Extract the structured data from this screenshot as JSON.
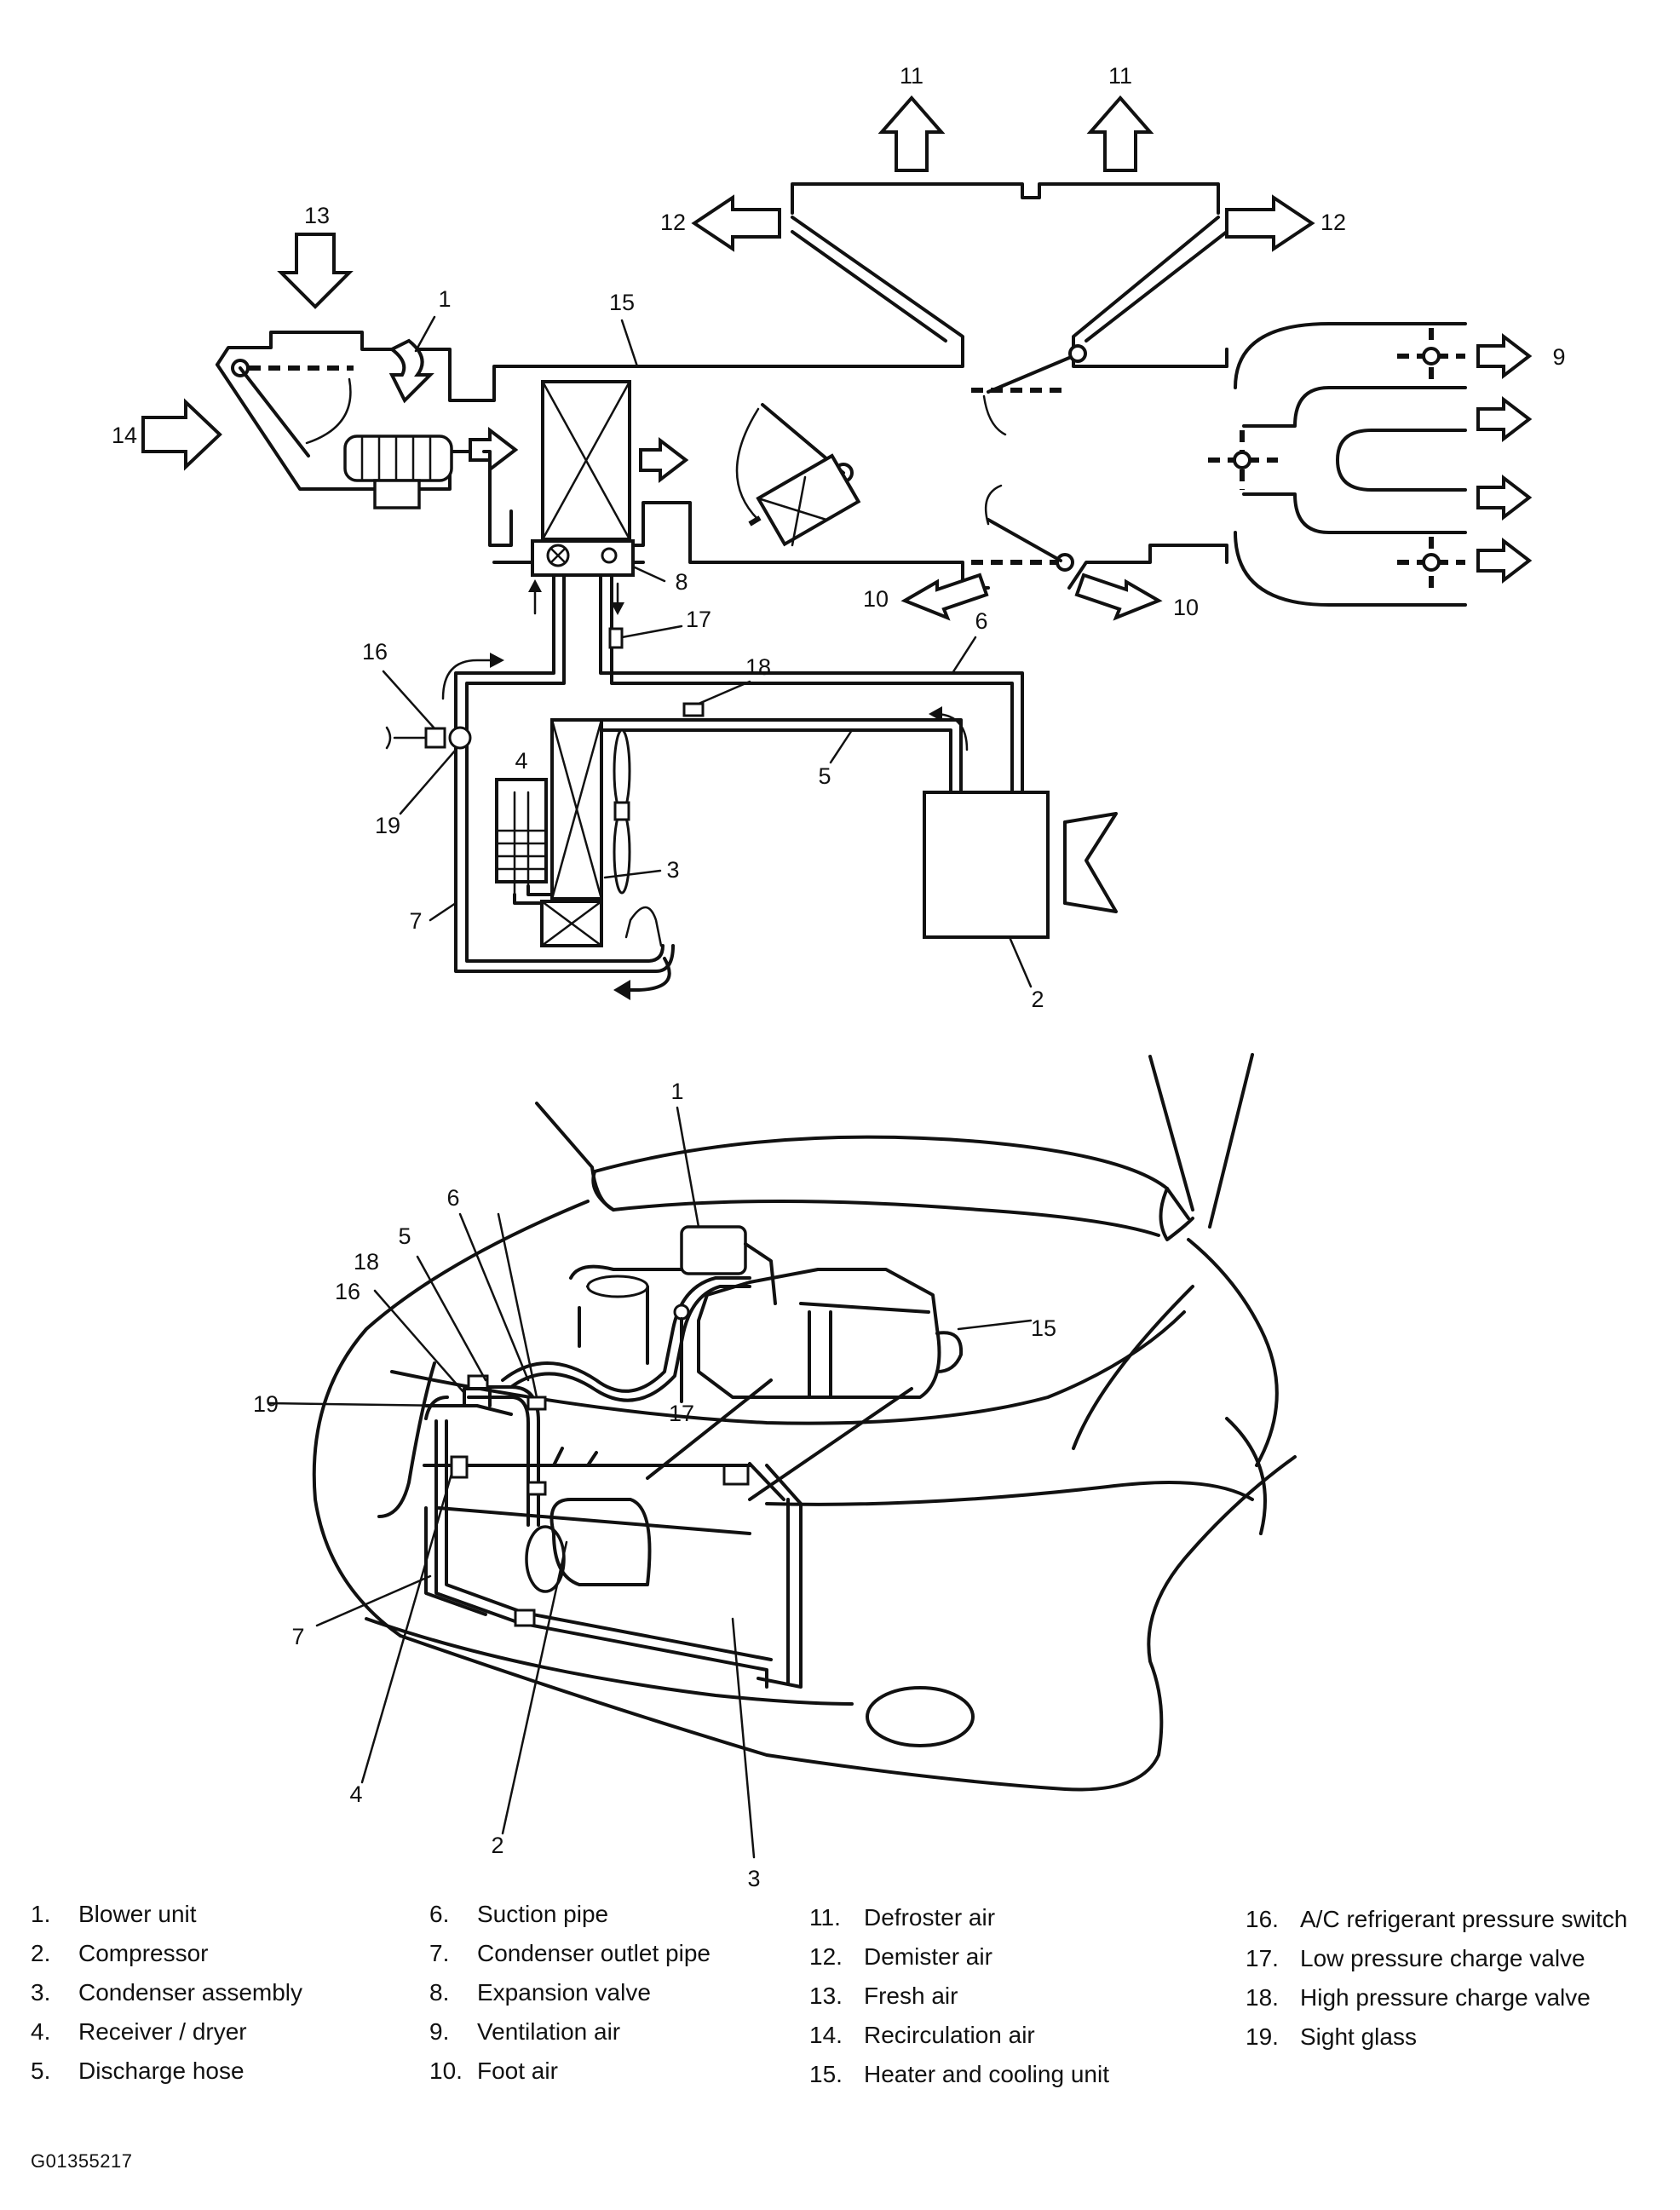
{
  "callouts": {
    "schematic": {
      "n1": "1",
      "n2": "2",
      "n3": "3",
      "n4": "4",
      "n5": "5",
      "n6": "6",
      "n7": "7",
      "n8": "8",
      "n9": "9",
      "n10a": "10",
      "n10b": "10",
      "n11a": "11",
      "n11b": "11",
      "n12a": "12",
      "n12b": "12",
      "n13": "13",
      "n14": "14",
      "n15": "15",
      "n16": "16",
      "n17": "17",
      "n18": "18",
      "n19": "19"
    },
    "vehicle": {
      "n1": "1",
      "n2": "2",
      "n3": "3",
      "n4": "4",
      "n5": "5",
      "n6": "6",
      "n7": "7",
      "n15": "15",
      "n16": "16",
      "n17": "17",
      "n18": "18",
      "n19": "19"
    }
  },
  "legend": {
    "col1": [
      {
        "num": "1.",
        "label": "Blower unit"
      },
      {
        "num": "2.",
        "label": "Compressor"
      },
      {
        "num": "3.",
        "label": "Condenser assembly"
      },
      {
        "num": "4.",
        "label": "Receiver / dryer"
      },
      {
        "num": "5.",
        "label": "Discharge hose"
      }
    ],
    "col2": [
      {
        "num": "6.",
        "label": "Suction pipe"
      },
      {
        "num": "7.",
        "label": "Condenser outlet pipe"
      },
      {
        "num": "8.",
        "label": "Expansion valve"
      },
      {
        "num": "9.",
        "label": "Ventilation air"
      },
      {
        "num": "10.",
        "label": "Foot air"
      }
    ],
    "col3": [
      {
        "num": "11.",
        "label": "Defroster air"
      },
      {
        "num": "12.",
        "label": "Demister air"
      },
      {
        "num": "13.",
        "label": "Fresh air"
      },
      {
        "num": "14.",
        "label": "Recirculation air"
      },
      {
        "num": "15.",
        "label": "Heater and cooling unit"
      }
    ],
    "col4": [
      {
        "num": "16.",
        "label": "A/C refrigerant pressure switch"
      },
      {
        "num": "17.",
        "label": "Low pressure charge valve"
      },
      {
        "num": "18.",
        "label": "High pressure charge valve"
      },
      {
        "num": "19.",
        "label": "Sight glass"
      }
    ]
  },
  "figure_id": "G01355217"
}
